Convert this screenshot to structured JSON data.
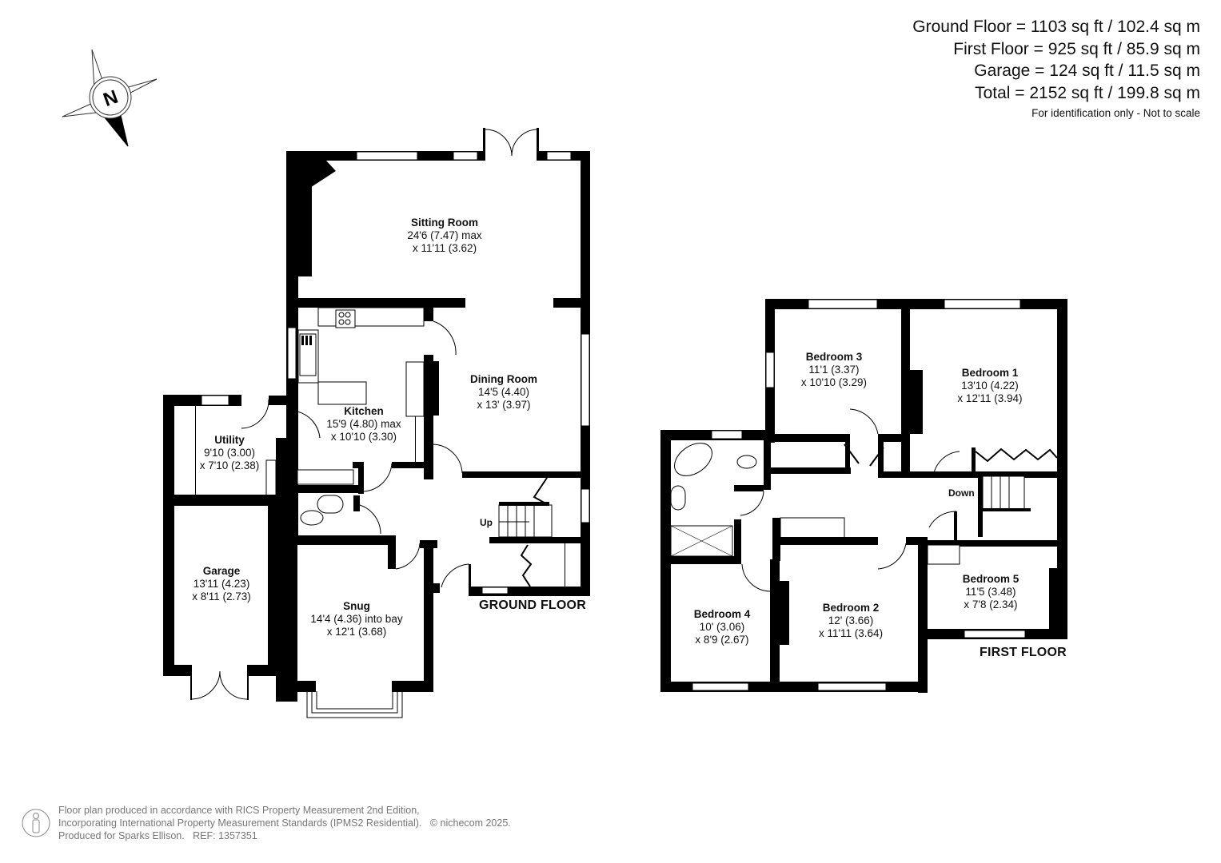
{
  "areas": {
    "ground_floor": "Ground Floor = 1103 sq ft / 102.4 sq m",
    "first_floor": "First Floor = 925 sq ft / 85.9 sq m",
    "garage": "Garage = 124 sq ft / 11.5 sq m",
    "total": "Total = 2152 sq ft / 199.8 sq m",
    "note": "For identification only - Not to scale"
  },
  "compass": {
    "icon": "north-arrow-icon",
    "letter": "N"
  },
  "ground_floor": {
    "title": "GROUND FLOOR",
    "stairs_label": "Up",
    "rooms": {
      "sitting_room": {
        "name": "Sitting Room",
        "dim1": "24'6 (7.47) max",
        "dim2": "x 11'11 (3.62)"
      },
      "dining_room": {
        "name": "Dining Room",
        "dim1": "14'5 (4.40)",
        "dim2": "x 13' (3.97)"
      },
      "kitchen": {
        "name": "Kitchen",
        "dim1": "15'9 (4.80) max",
        "dim2": "x 10'10 (3.30)"
      },
      "utility": {
        "name": "Utility",
        "dim1": "9'10 (3.00)",
        "dim2": "x 7'10 (2.38)"
      },
      "garage": {
        "name": "Garage",
        "dim1": "13'11 (4.23)",
        "dim2": "x 8'11 (2.73)"
      },
      "snug": {
        "name": "Snug",
        "dim1": "14'4 (4.36) into bay",
        "dim2": "x 12'1 (3.68)"
      }
    }
  },
  "first_floor": {
    "title": "FIRST FLOOR",
    "stairs_label": "Down",
    "rooms": {
      "bedroom_1": {
        "name": "Bedroom 1",
        "dim1": "13'10 (4.22)",
        "dim2": "x 12'11 (3.94)"
      },
      "bedroom_2": {
        "name": "Bedroom 2",
        "dim1": "12' (3.66)",
        "dim2": "x 11'11 (3.64)"
      },
      "bedroom_3": {
        "name": "Bedroom 3",
        "dim1": "11'1 (3.37)",
        "dim2": "x 10'10 (3.29)"
      },
      "bedroom_4": {
        "name": "Bedroom 4",
        "dim1": "10' (3.06)",
        "dim2": "x 8'9 (2.67)"
      },
      "bedroom_5": {
        "name": "Bedroom 5",
        "dim1": "11'5 (3.48)",
        "dim2": "x 7'8 (2.34)"
      }
    }
  },
  "footer": {
    "icon": "person-icon",
    "line1": "Floor plan produced in accordance with RICS Property Measurement 2nd Edition,",
    "line2": "Incorporating International Property Measurement Standards (IPMS2 Residential).",
    "copyright": "© nichecom 2025.",
    "line3": "Produced for Sparks Ellison.   REF: 1357351"
  },
  "colors": {
    "wall": "#000000",
    "text": "#111111",
    "footer_text": "#777777"
  }
}
